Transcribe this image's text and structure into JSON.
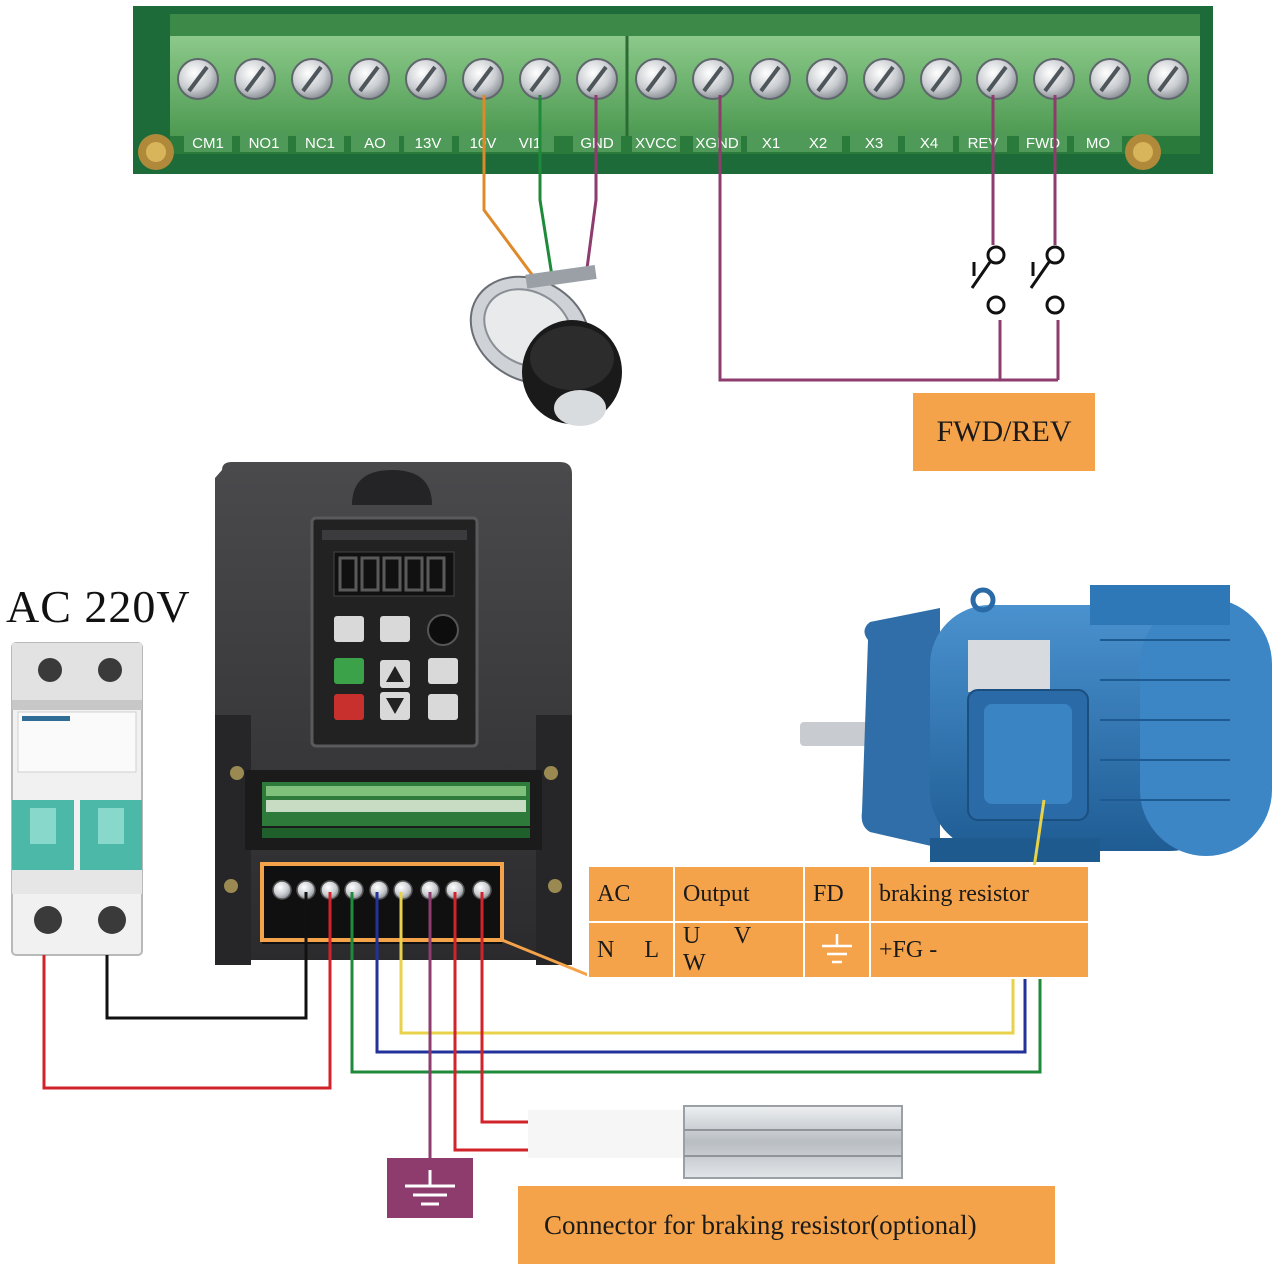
{
  "terminal_strip": {
    "labels": [
      "CM1",
      "NO1",
      "NC1",
      "AO",
      "13V",
      "10V",
      "VI1",
      "GND",
      "XVCC",
      "XGND",
      "X1",
      "X2",
      "X3",
      "X4",
      "REV",
      "FWD",
      "MO"
    ]
  },
  "texts": {
    "ac_supply": "AC  220V",
    "fwd_rev": "FWD/REV",
    "connector": "Connector for braking resistor(optional)"
  },
  "terminal_table": {
    "headers": {
      "ac": "AC",
      "output": "Output",
      "fd": "FD",
      "braking": "braking resistor"
    },
    "ac_terms": {
      "n": "N",
      "l": "L"
    },
    "output_terms": {
      "u": "U",
      "v": "V",
      "w": "W"
    },
    "braking_terms": "+FG -"
  },
  "colors": {
    "board_green": "#1e6b3a",
    "terminal_green": "#6fb36c",
    "label_orange": "#f5a34a",
    "ground_box": "#8e3b6e",
    "motor_blue": "#2f78b8",
    "inverter_body": "#3a3a3c",
    "wire_red": "#d2232a",
    "wire_black": "#111111",
    "wire_green": "#1f8a3a",
    "wire_blue": "#22329a",
    "wire_yellow": "#e8d24a",
    "wire_purple": "#8e3b6e",
    "wire_orange": "#e0892a"
  },
  "icons": [
    "screw-icon",
    "switch-icon",
    "ground-icon",
    "potentiometer-icon",
    "motor-icon",
    "breaker-icon",
    "inverter-icon",
    "resistor-icon"
  ]
}
